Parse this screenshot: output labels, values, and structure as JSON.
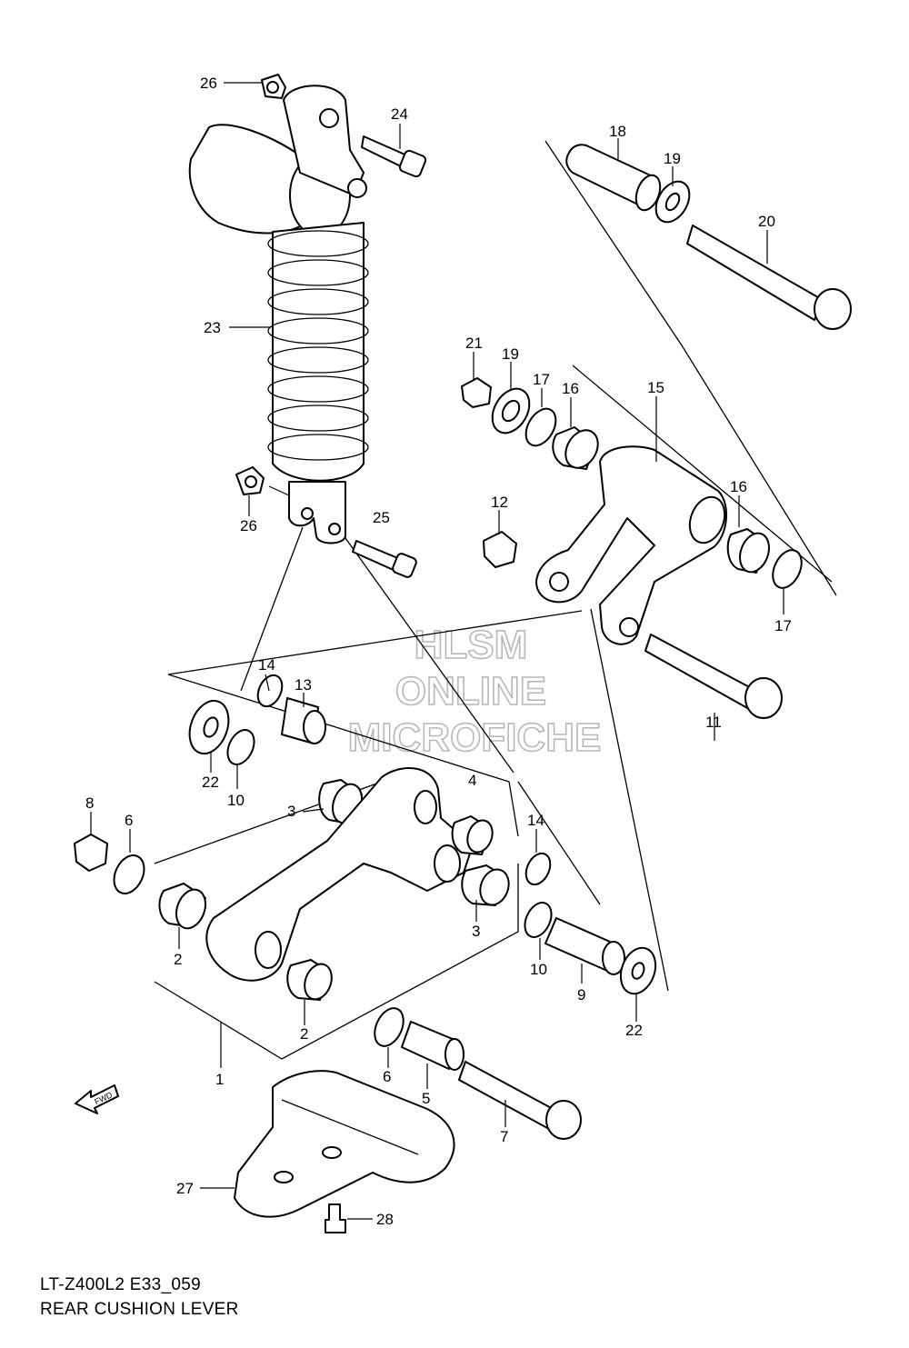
{
  "watermark": {
    "line1": "HLSM",
    "line2": "ONLINE",
    "line3": "MICROFICHE"
  },
  "fwd_label": "FWD",
  "caption": {
    "model_code": "LT-Z400L2 E33_059",
    "title": "REAR CUSHION LEVER"
  },
  "callouts": {
    "c26a": "26",
    "c24": "24",
    "c23": "23",
    "c26b": "26",
    "c25": "25",
    "c18": "18",
    "c19a": "19",
    "c20": "20",
    "c21": "21",
    "c19b": "19",
    "c17a": "17",
    "c16a": "16",
    "c15": "15",
    "c16b": "16",
    "c12": "12",
    "c17b": "17",
    "c11": "11",
    "c14a": "14",
    "c13": "13",
    "c22a": "22",
    "c10a": "10",
    "c4": "4",
    "c3a": "3",
    "c8": "8",
    "c6a": "6",
    "c14b": "14",
    "c3b": "3",
    "c2a": "2",
    "c10b": "10",
    "c9": "9",
    "c22b": "22",
    "c2b": "2",
    "c1": "1",
    "c6b": "6",
    "c5": "5",
    "c7": "7",
    "c27": "27",
    "c28": "28"
  }
}
